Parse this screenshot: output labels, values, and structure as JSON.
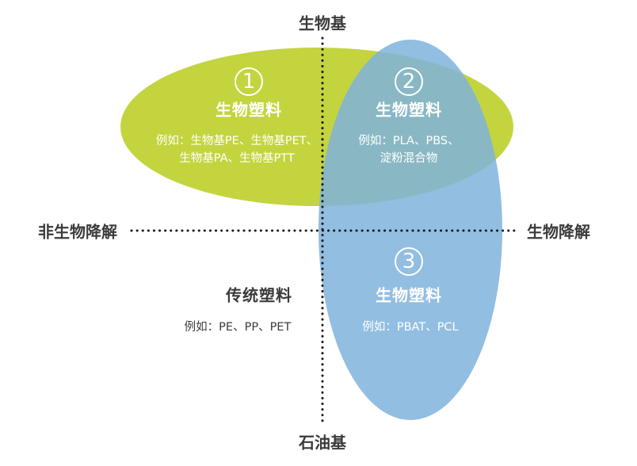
{
  "axes": {
    "top": "生物基",
    "bottom": "石油基",
    "left": "非生物降解",
    "right": "生物降解"
  },
  "regions": [
    {
      "number": "1",
      "title": "生物塑料",
      "example_lines": [
        "例如：生物基PE、生物基PET、",
        "生物基PA、生物基PTT"
      ]
    },
    {
      "number": "2",
      "title": "生物塑料",
      "example_lines": [
        "例如：PLA、PBS、",
        "淀粉混合物"
      ]
    },
    {
      "number": "3",
      "title": "生物塑料",
      "example_lines": [
        "例如：PBAT、PCL"
      ]
    },
    {
      "title": "传统塑料",
      "example_lines": [
        "例如：PE、PP、PET"
      ]
    }
  ],
  "colors": {
    "green_ellipse": "#c4d43f",
    "blue_ellipse": "#7fb3dc",
    "axis": "#1a1a1a",
    "dark_text": "#3b3b3b"
  }
}
